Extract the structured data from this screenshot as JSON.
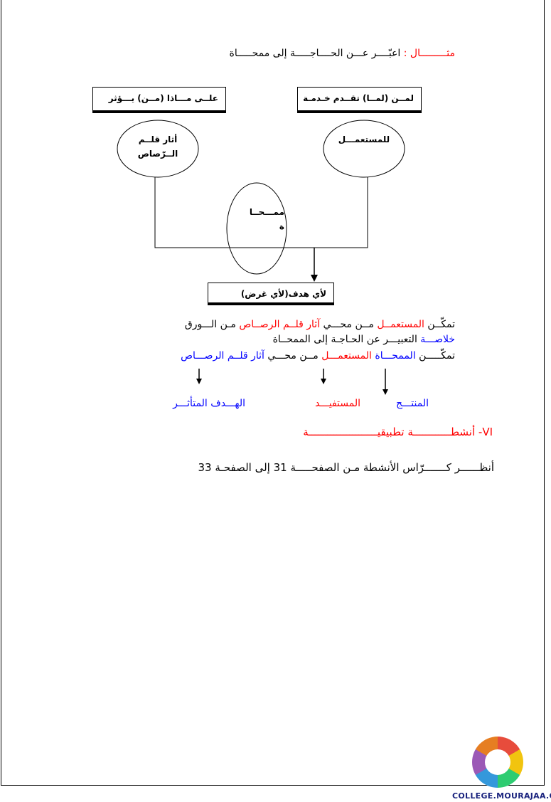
{
  "example": {
    "label": "مثـــــــــال :",
    "text": "اعبّــــر عـــن الحــــاجـــــة إلى ممحـــــاة"
  },
  "diagram": {
    "box_left": "علــى مـــاذا (مــن) يـــؤثر",
    "box_right": "لمــن (لمــا) تقــدم خـدمـة",
    "ellipse_left": [
      "أثار قلــم",
      "الــرّصاص"
    ],
    "ellipse_right": "للمستعمـــل",
    "ellipse_center": [
      "ممـــحــا",
      "ة"
    ],
    "box_bottom": "لأي هدف(لأي غرض)"
  },
  "sentence1": {
    "p1": "تمكّــن ",
    "p2": "المستعمــل",
    "p3": " مــن محـــي ",
    "p4": "آثار قلــم الرصــاص",
    "p5": " مـن الـــورق"
  },
  "summary": {
    "label": "خلاصـــة",
    "text": " التعبيـــر عن الحـاجـة إلى الممحــاة"
  },
  "sentence2": {
    "p1": "تمكّـــــن ",
    "p2": "الممحـــاة",
    "p3": " ",
    "p4": "المستعمـــل",
    "p5": " مــن محـــي ",
    "p6": "آثار قلــم الرصـــاص"
  },
  "labels": {
    "product": "المنتـــج",
    "beneficiary": "المستفيـــد",
    "target": "الهـــدف المتأثـــر"
  },
  "section": {
    "title": "VI- أنشطــــــــــــة تطبيقيــــــــــــــــــــــة"
  },
  "instruction": "أنظــــــر كـــــــرّاس الأنشطة مـن الصفحـــــة  31 إلى الصفحـة 33",
  "footer": {
    "site": "COLLEGE.MOURAJAA.COM"
  },
  "colors": {
    "red": "#ff0000",
    "blue": "#0000ff"
  }
}
